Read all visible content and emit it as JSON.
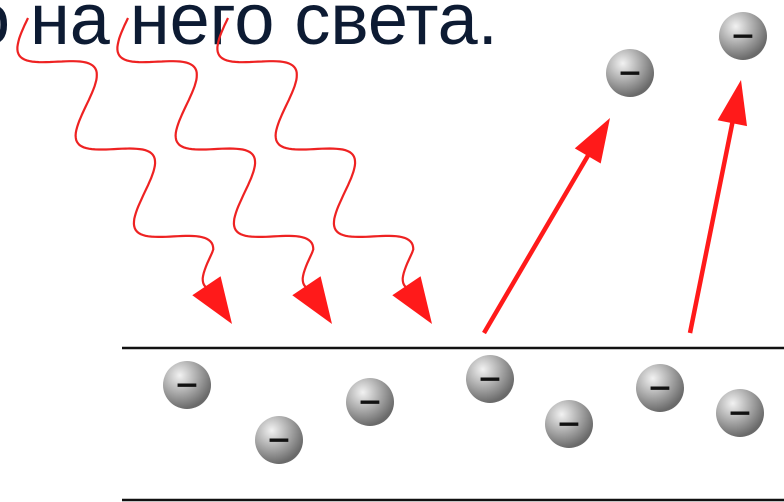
{
  "caption": {
    "text": "о на него света."
  },
  "colors": {
    "caption": "#0d1b33",
    "wave": "#ee2222",
    "arrow": "#ff1a1a",
    "metal_line": "#111111",
    "electron_light": "#f2f2f2",
    "electron_dark": "#6a6a6a",
    "electron_sign": "#111111"
  },
  "diagram": {
    "light_rays": [
      {
        "name": "light-ray-1",
        "icon": "wavy-arrow"
      },
      {
        "name": "light-ray-2",
        "icon": "wavy-arrow"
      },
      {
        "name": "light-ray-3",
        "icon": "wavy-arrow"
      }
    ],
    "ejection_paths": [
      {
        "name": "ejection-arrow-1",
        "icon": "straight-arrow"
      },
      {
        "name": "ejection-arrow-2",
        "icon": "straight-arrow"
      }
    ],
    "electrons": [
      {
        "name": "emitted-electron-1",
        "sign": "−",
        "location": "emitted"
      },
      {
        "name": "emitted-electron-2",
        "sign": "−",
        "location": "emitted"
      },
      {
        "name": "metal-electron-1",
        "sign": "−",
        "location": "in-metal"
      },
      {
        "name": "metal-electron-2",
        "sign": "−",
        "location": "in-metal"
      },
      {
        "name": "metal-electron-3",
        "sign": "−",
        "location": "in-metal"
      },
      {
        "name": "metal-electron-4",
        "sign": "−",
        "location": "in-metal"
      },
      {
        "name": "metal-electron-5",
        "sign": "−",
        "location": "in-metal"
      },
      {
        "name": "metal-electron-6",
        "sign": "−",
        "location": "in-metal"
      },
      {
        "name": "metal-electron-7",
        "sign": "−",
        "location": "in-metal"
      }
    ]
  }
}
